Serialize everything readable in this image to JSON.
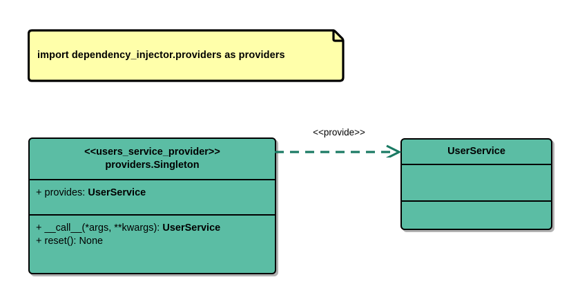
{
  "diagram": {
    "type": "uml-class-diagram",
    "background": "#ffffff",
    "colors": {
      "class_fill": "#5bbda4",
      "note_fill": "#ffffaa",
      "outline": "#000000",
      "edge": "#1a7a63"
    }
  },
  "note": {
    "name": "import-note",
    "text": "import dependency_injector.providers as providers"
  },
  "classes": [
    {
      "id": "users_service_provider",
      "stereotype": "<<users_service_provider>>",
      "name": "providers.Singleton",
      "attributes": [
        {
          "visibility": "+",
          "label": "provides: ",
          "type": "UserService"
        }
      ],
      "operations": [
        {
          "visibility": "+",
          "label": "__call__(*args, **kwargs): ",
          "type": "UserService"
        },
        {
          "visibility": "+",
          "label": "reset(): None",
          "type": ""
        }
      ]
    },
    {
      "id": "user_service",
      "stereotype": "",
      "name": "UserService",
      "attributes": [],
      "operations": []
    }
  ],
  "edges": [
    {
      "name": "provide-dependency",
      "label": "<<provide>>",
      "style": "dashed",
      "arrowhead": "open",
      "from": "users_service_provider",
      "to": "user_service"
    }
  ]
}
